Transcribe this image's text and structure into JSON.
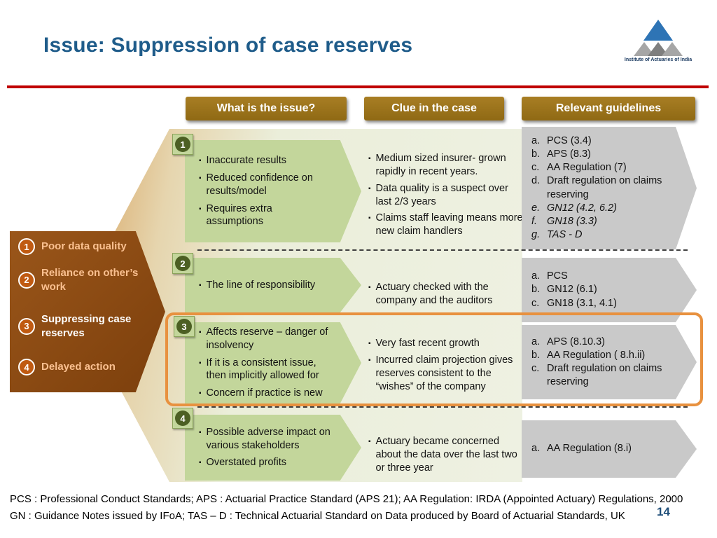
{
  "slide": {
    "title": "Issue: Suppression of case reserves",
    "page_number": "14",
    "logo_caption": "Institute of Actuaries of India"
  },
  "glyphs": {
    "bullet": "▪"
  },
  "columns": {
    "issue_header": "What is the issue?",
    "clue_header": "Clue in the case",
    "guidelines_header": "Relevant guidelines"
  },
  "sidebar": {
    "items": [
      {
        "num": "1",
        "label": "Poor data quality"
      },
      {
        "num": "2",
        "label": "Reliance on other’s work"
      },
      {
        "num": "3",
        "label": "Suppressing case reserves"
      },
      {
        "num": "4",
        "label": "Delayed action"
      }
    ]
  },
  "rows": [
    {
      "num": "1",
      "issue": [
        "Inaccurate results",
        "Reduced confidence on results/model",
        "Requires extra assumptions"
      ],
      "clue": [
        "Medium sized insurer- grown rapidly in recent years.",
        "Data quality is a suspect over last 2/3 years",
        "Claims staff leaving means more new claim handlers"
      ],
      "guidelines": [
        {
          "l": "a.",
          "t": "PCS (3.4)"
        },
        {
          "l": "b.",
          "t": "APS (8.3)"
        },
        {
          "l": "c.",
          "t": "AA Regulation (7)"
        },
        {
          "l": "d.",
          "t": "Draft regulation on claims reserving"
        },
        {
          "l": "e.",
          "t": "GN12 (4.2, 6.2)"
        },
        {
          "l": "f.",
          "t": "GN18 (3.3)"
        },
        {
          "l": "g.",
          "t": "TAS - D"
        }
      ]
    },
    {
      "num": "2",
      "issue": [
        "The line of responsibility"
      ],
      "clue": [
        "Actuary checked with the company and the auditors"
      ],
      "guidelines": [
        {
          "l": "a.",
          "t": "PCS"
        },
        {
          "l": "b.",
          "t": "GN12 (6.1)"
        },
        {
          "l": "c.",
          "t": "GN18 (3.1, 4.1)"
        }
      ]
    },
    {
      "num": "3",
      "issue": [
        "Affects reserve – danger of insolvency",
        "If it is a consistent issue, then implicitly allowed for",
        "Concern if practice is new"
      ],
      "clue": [
        "Very fast recent growth",
        "Incurred claim projection gives reserves consistent to the “wishes” of the company"
      ],
      "guidelines": [
        {
          "l": "a.",
          "t": "APS  (8.10.3)"
        },
        {
          "l": "b.",
          "t": "AA Regulation ( 8.h.ii)"
        },
        {
          "l": "c.",
          "t": "Draft regulation on claims reserving"
        }
      ]
    },
    {
      "num": "4",
      "issue": [
        "Possible adverse impact on various stakeholders",
        "Overstated profits"
      ],
      "clue": [
        "Actuary became concerned about the data over the last two or three year"
      ],
      "guidelines": [
        {
          "l": "a.",
          "t": "AA Regulation (8.i)"
        }
      ]
    }
  ],
  "footer": {
    "line1": "PCS : Professional Conduct Standards;  APS : Actuarial Practice Standard (APS 21);  AA Regulation: IRDA (Appointed Actuary) Regulations, 2000",
    "line2": "GN : Guidance Notes issued by IFoA; TAS – D : Technical Actuarial Standard  on Data produced by Board of Actuarial Standards, UK"
  },
  "colors": {
    "title": "#1F5C8A",
    "rule_red": "#C00000",
    "header_gold": "#9A701B",
    "arrow_green": "#C3D69B",
    "arrow_gray": "#C9C9C9",
    "sidebar_brown": "#8C4D12",
    "sidebar_text_tan": "#FAC090",
    "badge_dark_green": "#4C5F23",
    "highlight_orange": "#E8913F",
    "page_number_blue": "#1F4E79"
  }
}
